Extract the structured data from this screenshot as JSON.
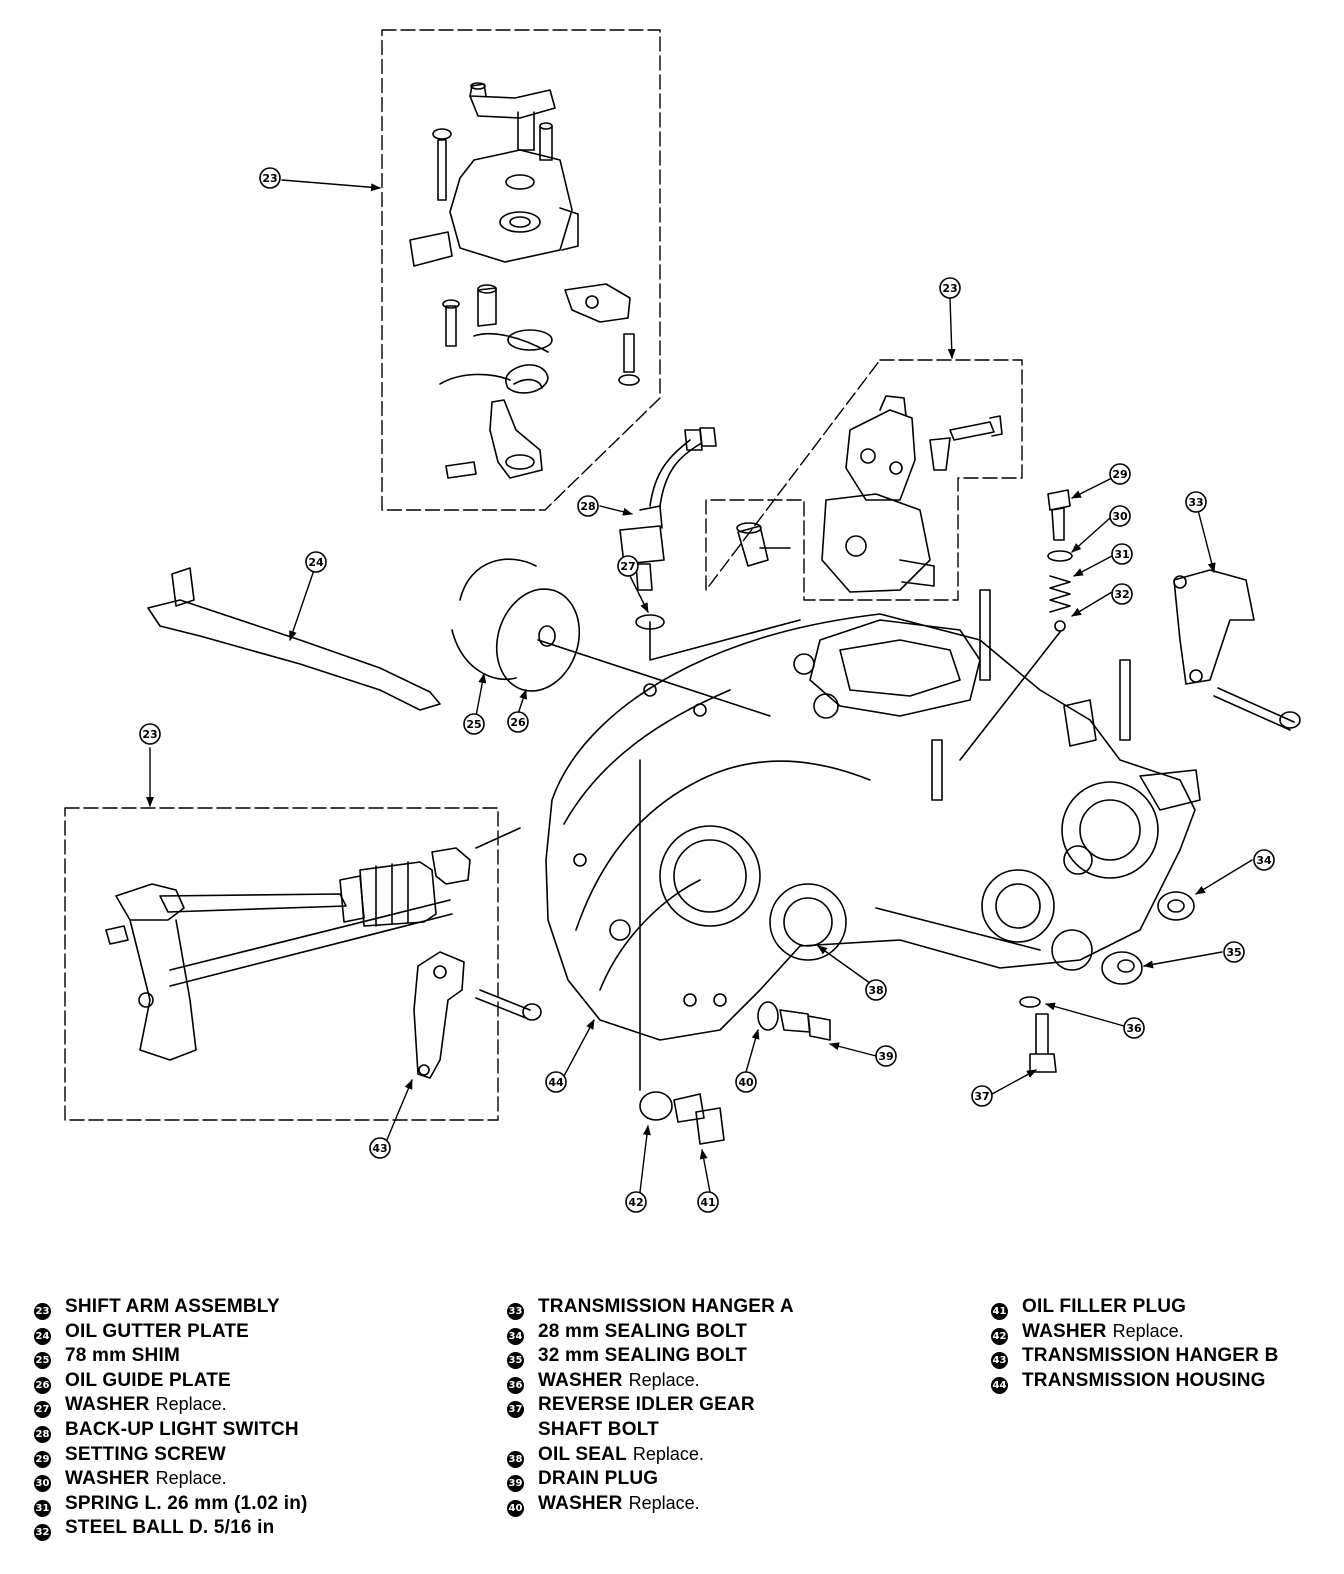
{
  "callouts": [
    "23",
    "24",
    "25",
    "26",
    "27",
    "28",
    "29",
    "30",
    "31",
    "32",
    "33",
    "34",
    "35",
    "36",
    "37",
    "38",
    "39",
    "40",
    "41",
    "42",
    "43",
    "44"
  ],
  "legend": {
    "col1": [
      {
        "num": "23",
        "name": "SHIFT ARM ASSEMBLY",
        "note": ""
      },
      {
        "num": "24",
        "name": "OIL GUTTER PLATE",
        "note": ""
      },
      {
        "num": "25",
        "name": "78 mm SHIM",
        "note": ""
      },
      {
        "num": "26",
        "name": "OIL GUIDE PLATE",
        "note": ""
      },
      {
        "num": "27",
        "name": "WASHER",
        "note": "Replace."
      },
      {
        "num": "28",
        "name": "BACK-UP LIGHT SWITCH",
        "note": ""
      },
      {
        "num": "29",
        "name": "SETTING SCREW",
        "note": ""
      },
      {
        "num": "30",
        "name": "WASHER",
        "note": "Replace."
      },
      {
        "num": "31",
        "name": "SPRING L. 26 mm (1.02 in)",
        "note": ""
      },
      {
        "num": "32",
        "name": "STEEL BALL D. 5/16 in",
        "note": ""
      }
    ],
    "col2": [
      {
        "num": "33",
        "name": "TRANSMISSION HANGER A",
        "note": ""
      },
      {
        "num": "34",
        "name": "28 mm SEALING BOLT",
        "note": ""
      },
      {
        "num": "35",
        "name": "32 mm SEALING BOLT",
        "note": ""
      },
      {
        "num": "36",
        "name": "WASHER",
        "note": "Replace."
      },
      {
        "num": "37",
        "name": "REVERSE IDLER GEAR",
        "note": ""
      },
      {
        "num": "",
        "name": "SHAFT BOLT",
        "note": ""
      },
      {
        "num": "38",
        "name": "OIL SEAL",
        "note": "Replace."
      },
      {
        "num": "39",
        "name": "DRAIN PLUG",
        "note": ""
      },
      {
        "num": "40",
        "name": "WASHER",
        "note": "Replace."
      }
    ],
    "col3": [
      {
        "num": "41",
        "name": "OIL FILLER PLUG",
        "note": ""
      },
      {
        "num": "42",
        "name": "WASHER",
        "note": "Replace."
      },
      {
        "num": "43",
        "name": "TRANSMISSION HANGER B",
        "note": ""
      },
      {
        "num": "44",
        "name": "TRANSMISSION HOUSING",
        "note": ""
      }
    ]
  }
}
